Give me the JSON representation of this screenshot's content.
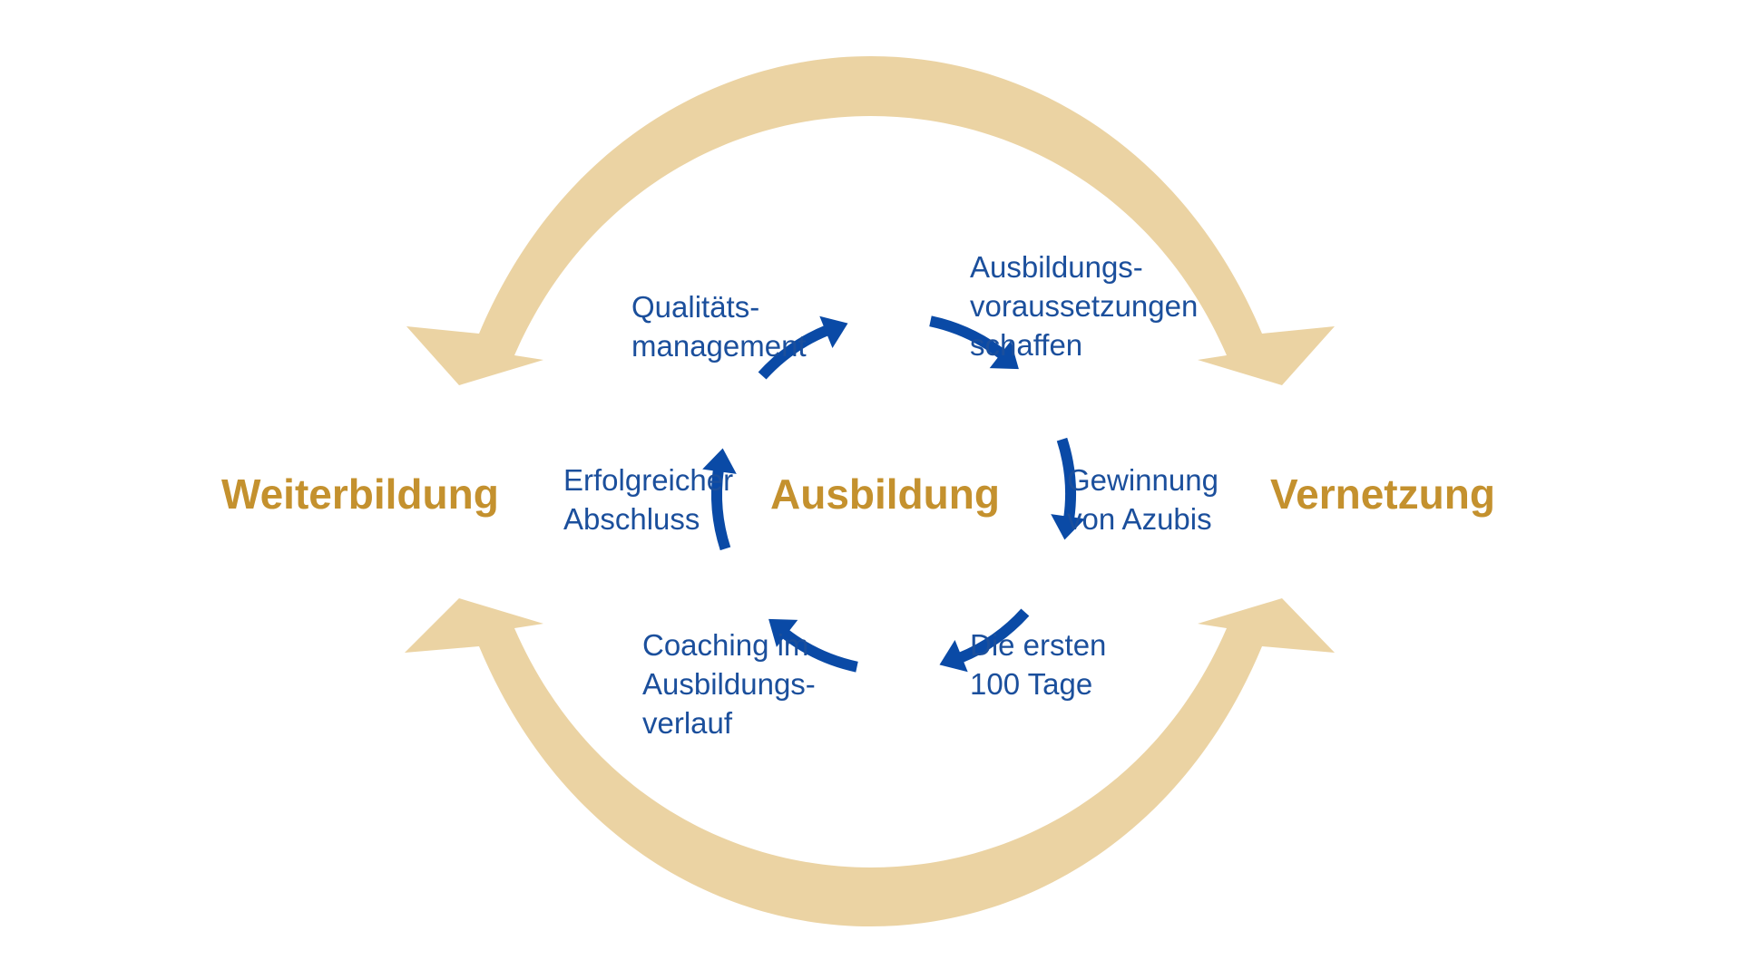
{
  "colors": {
    "outer_arrow": "#ebd3a3",
    "inner_arrow": "#0a4aa6",
    "side_text": "#c4912e",
    "step_text": "#1b4f9c",
    "background": "#ffffff"
  },
  "center": {
    "label": "Ausbildung"
  },
  "sides": {
    "left": "Weiterbildung",
    "right": "Vernetzung"
  },
  "steps": [
    {
      "lines": [
        "Ausbildungs-",
        "voraussetzungen",
        "schaffen"
      ]
    },
    {
      "lines": [
        "Gewinnung",
        "von Azubis"
      ]
    },
    {
      "lines": [
        "Die ersten",
        "100 Tage"
      ]
    },
    {
      "lines": [
        "Coaching im",
        "Ausbildungs-",
        "verlauf"
      ]
    },
    {
      "lines": [
        "Erfolgreicher",
        "Abschluss"
      ]
    },
    {
      "lines": [
        "Qualitäts-",
        "management"
      ]
    }
  ],
  "icons": {
    "outer_top": "curved-arrow-icon",
    "outer_bottom": "curved-arrow-icon",
    "inner": "curved-arrow-icon"
  }
}
